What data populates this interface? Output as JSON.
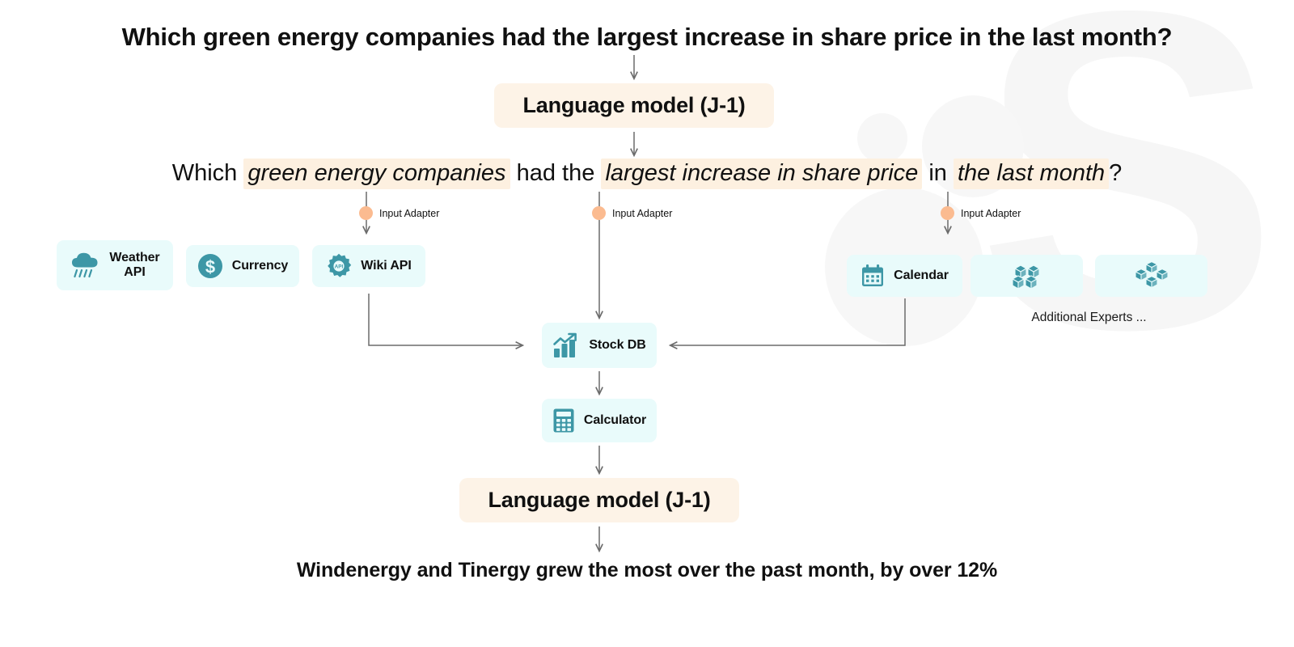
{
  "diagram": {
    "question": "Which green energy companies had the largest increase in share price in the last month?",
    "answer": "Windenergy and Tinergy grew the most over the past month, by over 12%",
    "language_model_top": "Language model (J-1)",
    "language_model_bottom": "Language model (J-1)",
    "parsed_query": {
      "segments": [
        {
          "text": "Which ",
          "highlight": false
        },
        {
          "text": "green energy companies",
          "highlight": true
        },
        {
          "text": " had the ",
          "highlight": false
        },
        {
          "text": "largest increase in share price",
          "highlight": true
        },
        {
          "text": " in ",
          "highlight": false
        },
        {
          "text": "the last month",
          "highlight": true
        },
        {
          "text": "?",
          "highlight": false
        }
      ]
    },
    "adapters": [
      {
        "label": "Input Adapter"
      },
      {
        "label": "Input Adapter"
      },
      {
        "label": "Input Adapter"
      }
    ],
    "experts": [
      {
        "id": "weather",
        "label": "Weather\nAPI",
        "label_line1": "Weather",
        "label_line2": "API",
        "icon": "rain-cloud-icon"
      },
      {
        "id": "currency",
        "label": "Currency",
        "icon": "dollar-coin-icon"
      },
      {
        "id": "wiki",
        "label": "Wiki API",
        "icon": "gear-api-icon"
      },
      {
        "id": "calendar",
        "label": "Calendar",
        "icon": "calendar-icon"
      },
      {
        "id": "cube1",
        "label": "",
        "icon": "cube-stack-icon"
      },
      {
        "id": "cube2",
        "label": "",
        "icon": "cube-cluster-icon"
      },
      {
        "id": "stockdb",
        "label": "Stock DB",
        "icon": "stock-chart-icon"
      },
      {
        "id": "calculator",
        "label": "Calculator",
        "icon": "calculator-icon"
      }
    ],
    "additional_experts": "Additional Experts ...",
    "colors": {
      "highlight_bg": "#fdf0e0",
      "lm_box_bg": "#fdf3e7",
      "expert_box_bg": "#e9fbfb",
      "icon_teal": "#3d97a6",
      "adapter_dot": "#fbbb90",
      "arrow": "#6b6b6b",
      "text": "#101010",
      "page_bg": "#ffffff"
    }
  }
}
